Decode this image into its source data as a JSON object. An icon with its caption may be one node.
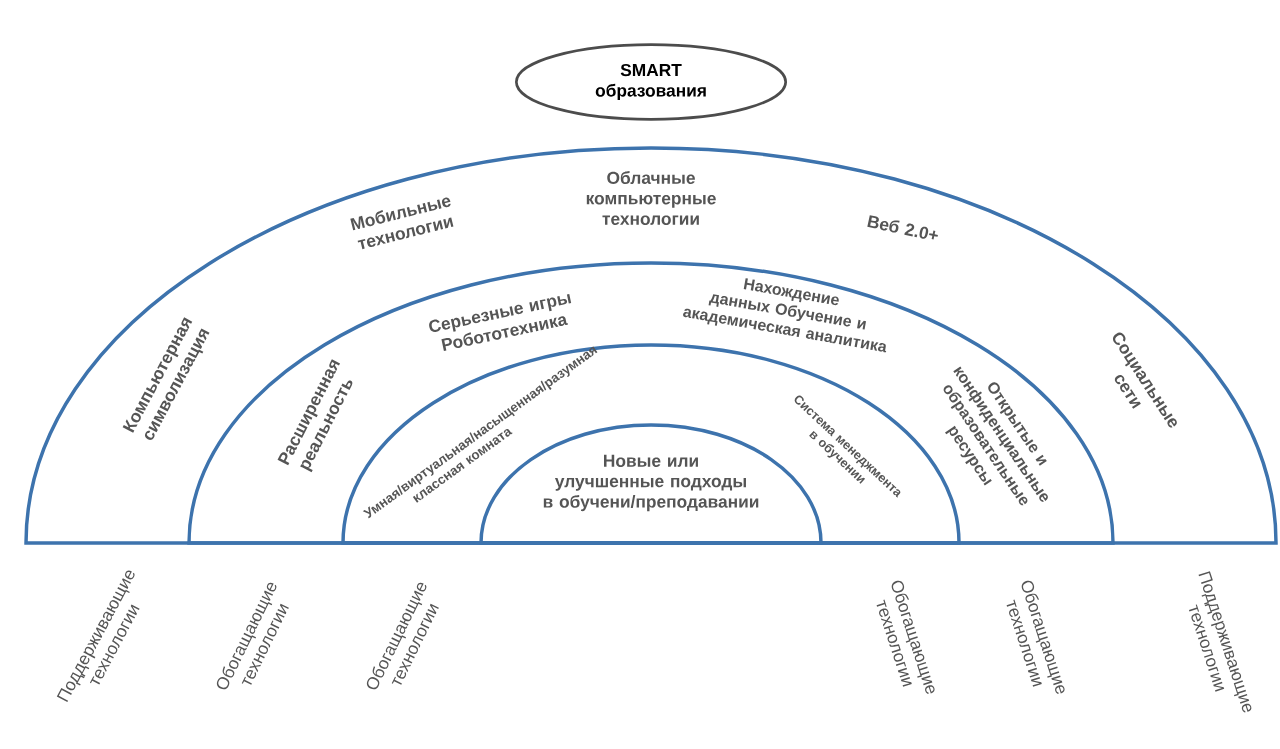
{
  "diagram": {
    "nodes": [
      {
        "text": [
          "SMART образования"
        ]
      },
      {
        "text": [
          "Облачные компьютерные технологии",
          "Мобильные технологии",
          "Веб 2.0+",
          "Компьютерная символизация",
          "Социальные сети"
        ]
      },
      {
        "text": [
          "Серьезные игры Робототехника",
          "Нахождение данных Обучение и академическая аналитика",
          "Расширенная реальность",
          "Открытые и конфиденциальные образовательные ресурсы"
        ],
        "in": 1
      },
      {
        "text": [
          "Умная/виртуальная/насыщенная/разумная классная комната",
          "Система менеджмента в обучении"
        ],
        "in": 2
      },
      {
        "text": [
          "Новые или улучшенные подходы в обучени/преподавании"
        ],
        "in": 3
      }
    ],
    "labels": [
      "Поддерживающие технологии",
      "Обогащающие технологии",
      "Обогащающие технологии",
      "Обогащающие технологии",
      "Обогащающие технологии",
      "Поддерживающие технологии"
    ]
  }
}
